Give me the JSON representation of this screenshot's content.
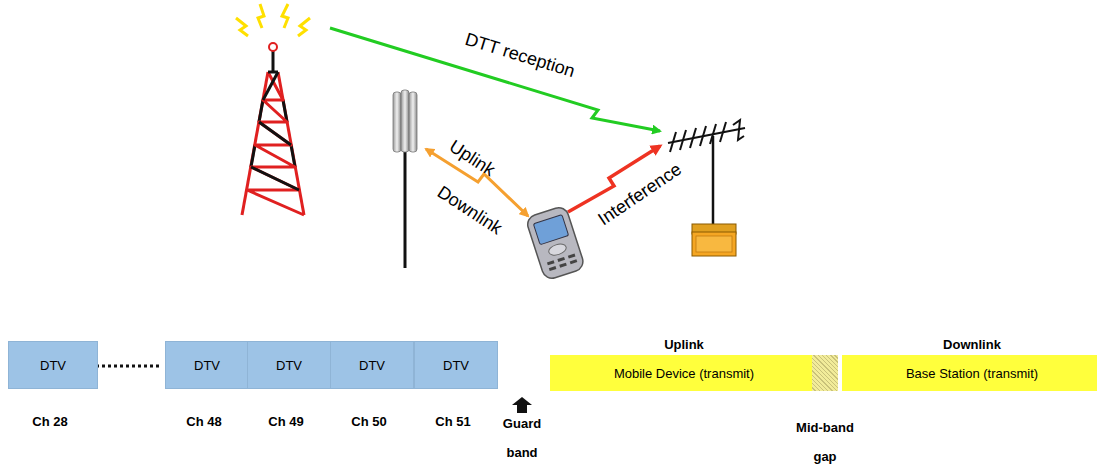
{
  "diagram": {
    "nodes": [
      {
        "text": [
          "DTV",
          "Ch 28"
        ]
      },
      {
        "text": [
          "DTV",
          "Ch 48"
        ]
      },
      {
        "text": [
          "DTV",
          "Ch 49"
        ]
      },
      {
        "text": [
          "DTV",
          "Ch 50"
        ]
      },
      {
        "text": [
          "DTV",
          "Ch 51"
        ]
      },
      {
        "text": [
          "Uplink",
          "Mobile Device (transmit)"
        ]
      },
      {
        "text": [
          "Mid-band gap"
        ]
      },
      {
        "text": [
          "Downlink",
          "Base Station (transmit)"
        ]
      }
    ],
    "labels": [
      "DTT reception",
      "Uplink",
      "Downlink",
      "Interference",
      "Guard band"
    ]
  }
}
